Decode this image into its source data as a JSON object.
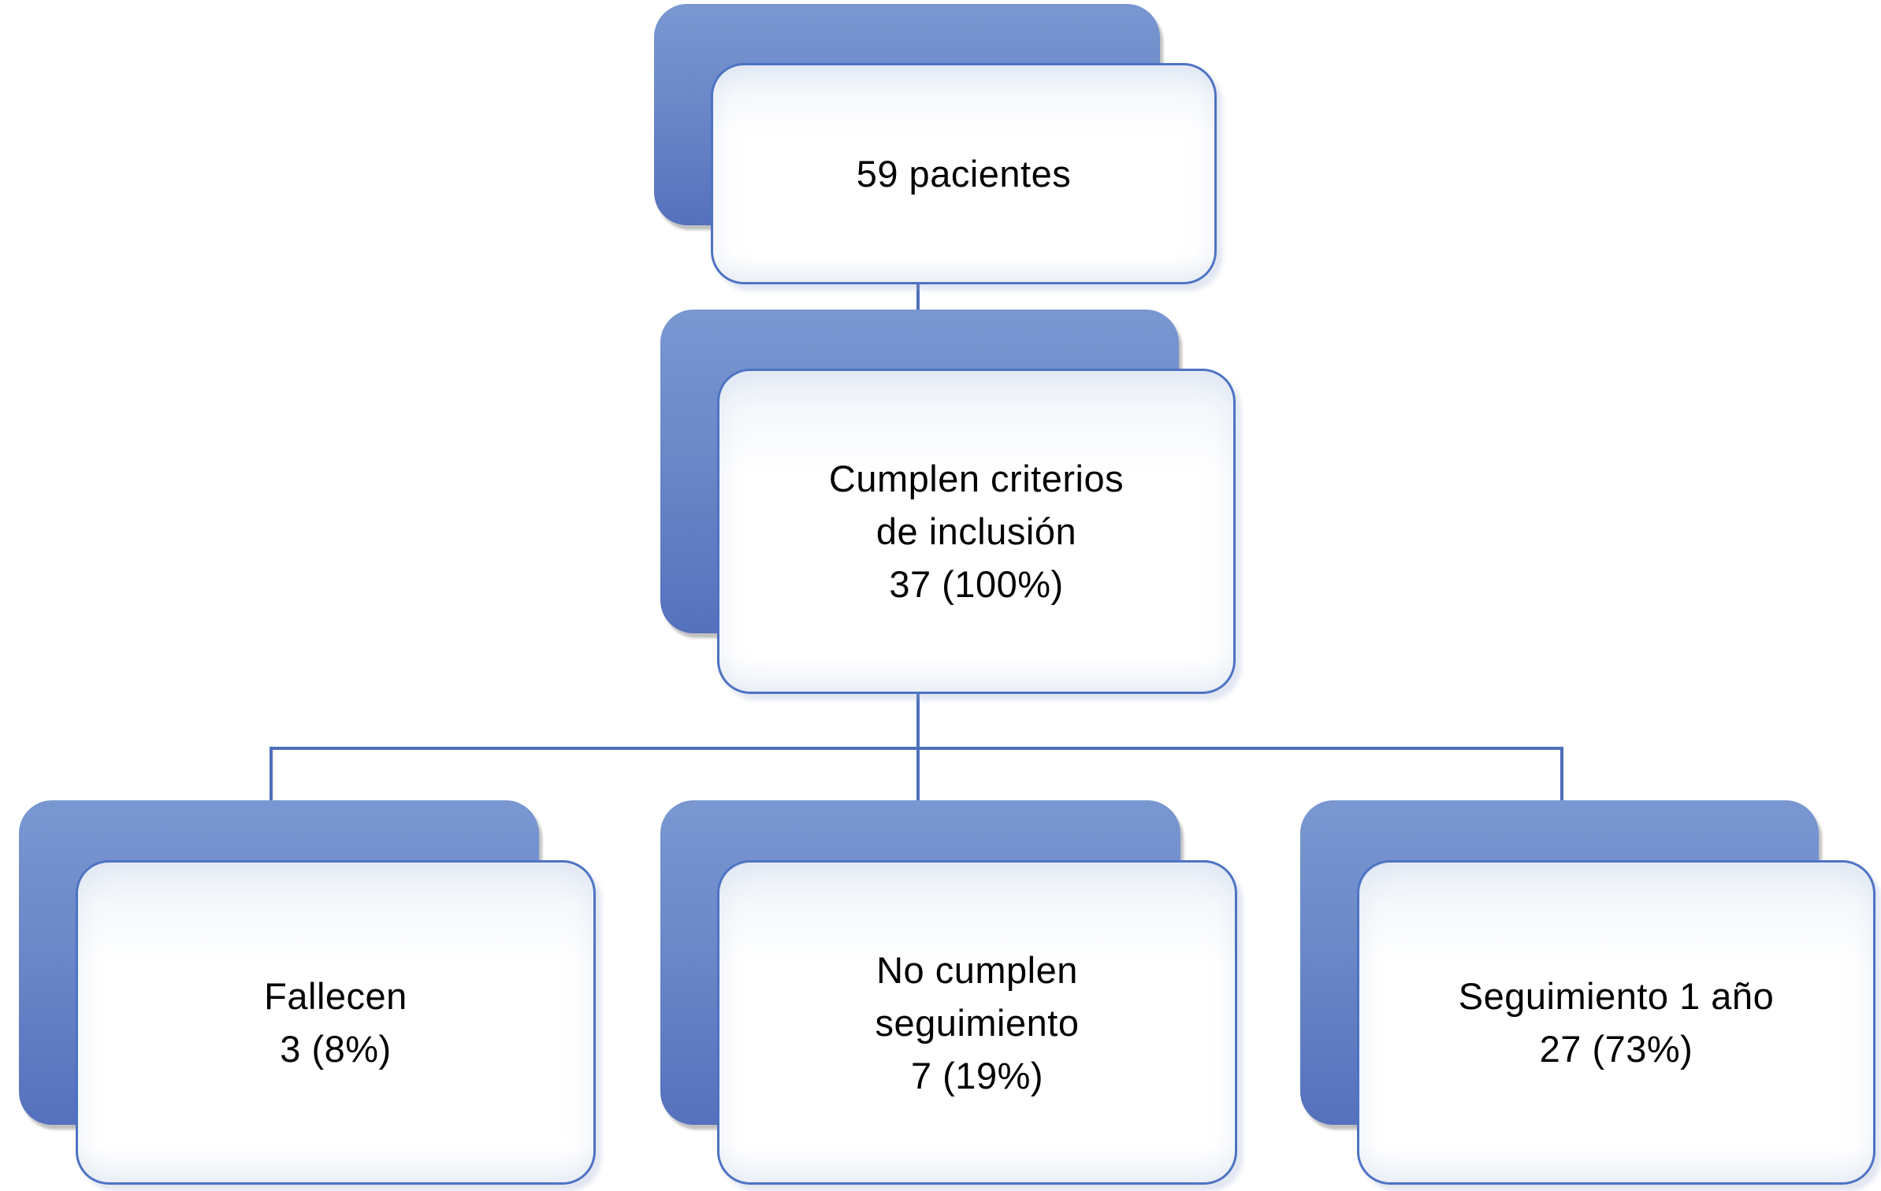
{
  "figure": {
    "type": "flowchart",
    "language": "es",
    "nodes": [
      {
        "id": "patients",
        "label": "59 pacientes",
        "lines": [
          "59 pacientes"
        ]
      },
      {
        "id": "inclusion-criteria",
        "label": "Cumplen criterios de inclusión 37 (100%)",
        "lines": [
          "Cumplen criterios",
          "de inclusión",
          "37 (100%)"
        ]
      },
      {
        "id": "deceased",
        "label": "Fallecen 3 (8%)",
        "lines": [
          "Fallecen",
          "3 (8%)"
        ]
      },
      {
        "id": "no-followup",
        "label": "No cumplen seguimiento 7 (19%)",
        "lines": [
          "No cumplen",
          "seguimiento",
          "7 (19%)"
        ]
      },
      {
        "id": "followup-1-year",
        "label": "Seguimiento 1 año 27 (73%)",
        "lines": [
          "Seguimiento 1 año",
          "27 (73%)"
        ]
      }
    ],
    "edges": [
      {
        "from": "patients",
        "to": "inclusion-criteria"
      },
      {
        "from": "inclusion-criteria",
        "to": "deceased"
      },
      {
        "from": "inclusion-criteria",
        "to": "no-followup"
      },
      {
        "from": "inclusion-criteria",
        "to": "followup-1-year"
      }
    ],
    "colors": {
      "shape_fill_top": "#7997D1",
      "shape_fill_bottom": "#5571BD",
      "shape_border": "#4D73C3",
      "connector": "#4C70B8",
      "text": "#000000",
      "background": "#FFFFFF"
    }
  }
}
